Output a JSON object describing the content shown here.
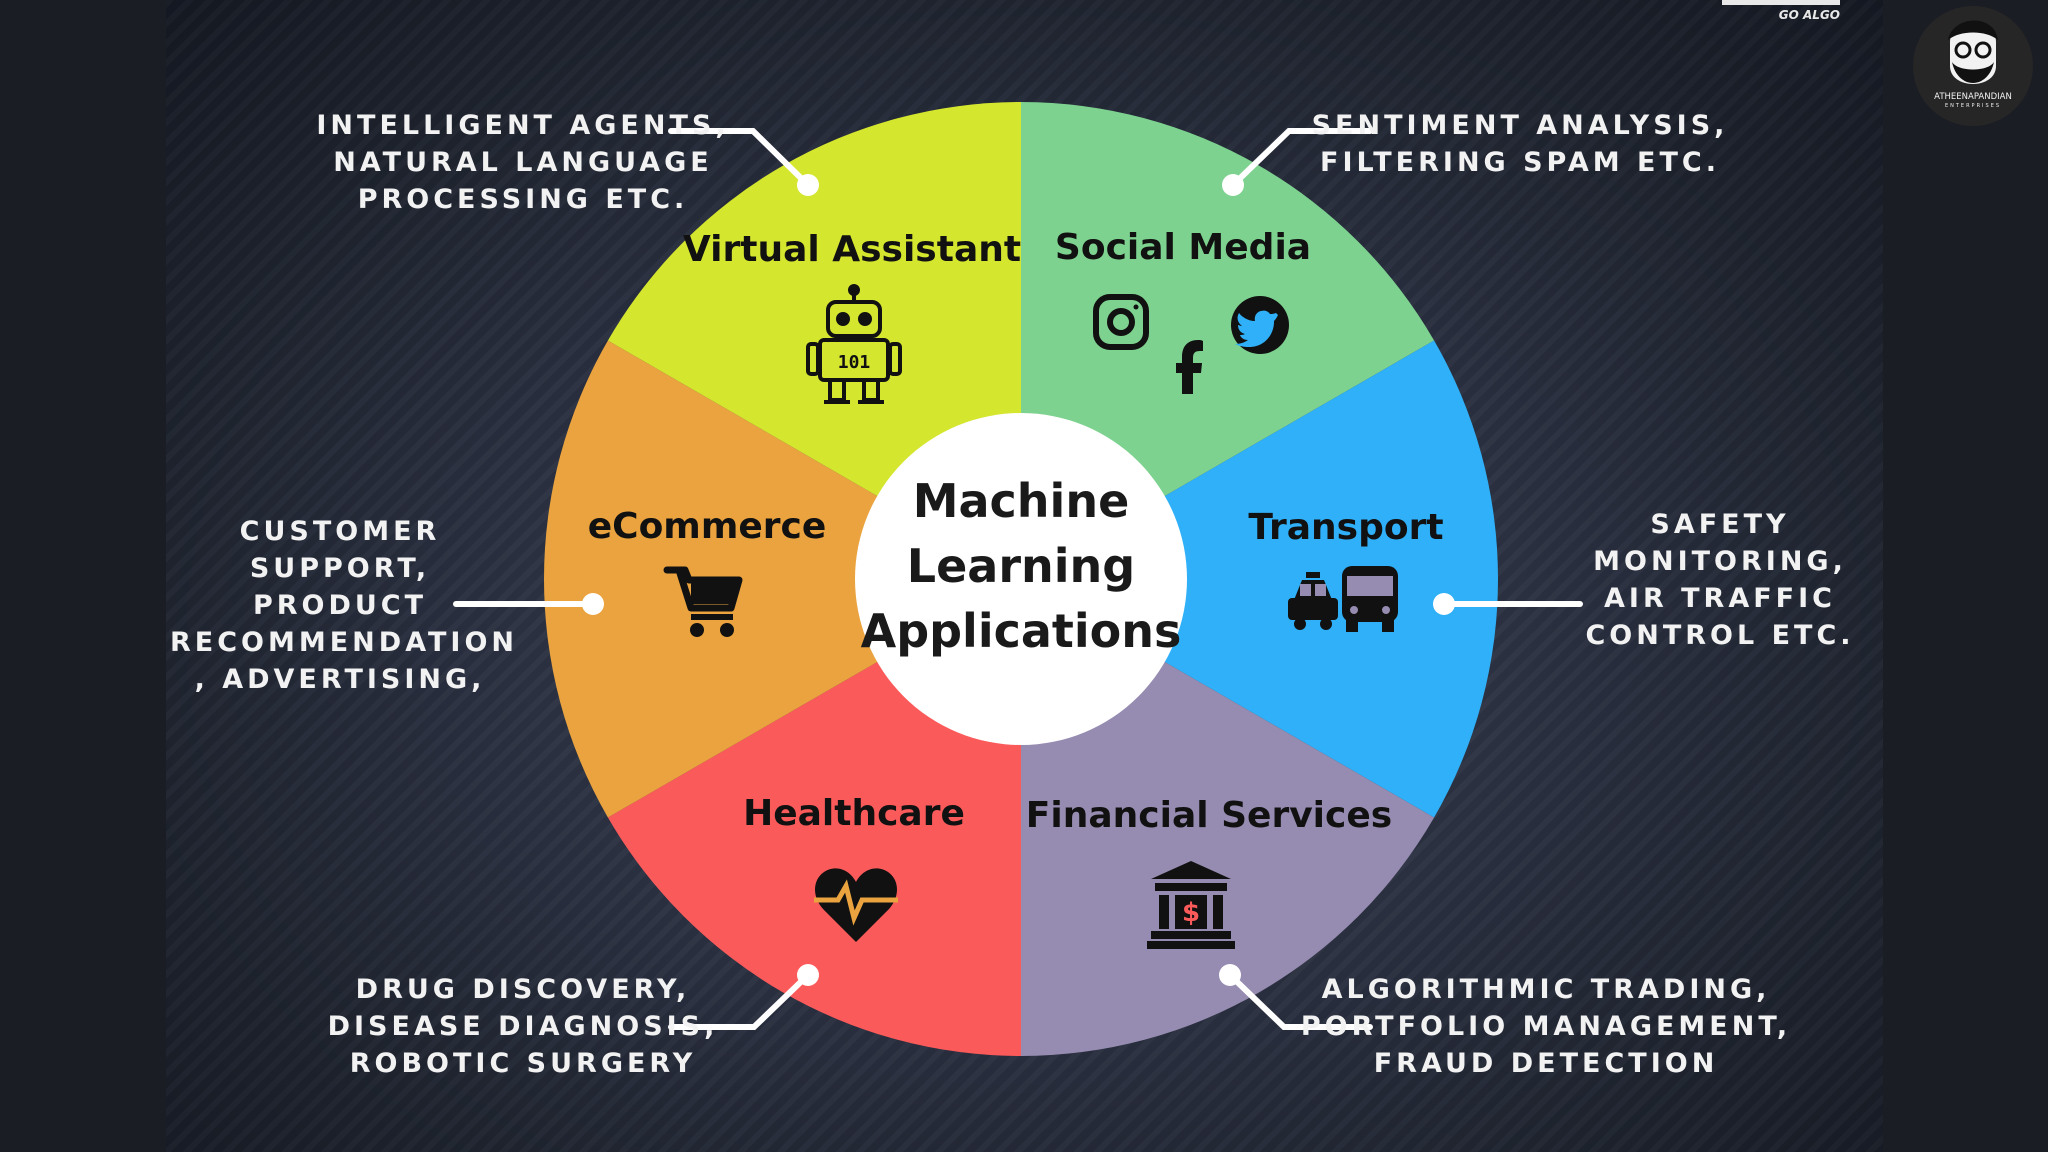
{
  "center": {
    "lines": [
      "Machine",
      "Learning",
      "Applications"
    ]
  },
  "sectors": [
    {
      "id": "virtual-assistant",
      "title": "Virtual Assistant",
      "color": "#7ed290",
      "icon": "robot-icon"
    },
    {
      "id": "social-media",
      "title": "Social Media",
      "color": "#2fb0f8",
      "icons": [
        "instagram-icon",
        "facebook-icon",
        "twitter-icon"
      ]
    },
    {
      "id": "transport",
      "title": "Transport",
      "color": "#968bb0",
      "icon": "taxi-bus-icon"
    },
    {
      "id": "financial-services",
      "title": "Financial Services",
      "color": "#fb5a5a",
      "icon": "bank-icon",
      "icon_glyph": "$"
    },
    {
      "id": "healthcare",
      "title": "Healthcare",
      "color": "#eaa33e",
      "icon": "heartbeat-icon"
    },
    {
      "id": "ecommerce",
      "title": "eCommerce",
      "color": "#d5e62f",
      "icon": "shopping-cart-icon"
    }
  ],
  "callouts": {
    "virtual_assistant": [
      "INTELLIGENT AGENTS,",
      "NATURAL LANGUAGE",
      "PROCESSING ETC."
    ],
    "social_media": [
      "SENTIMENT ANALYSIS,",
      "FILTERING SPAM ETC."
    ],
    "transport": [
      "SAFETY",
      "MONITORING,",
      "AIR TRAFFIC",
      "CONTROL ETC."
    ],
    "financial_services": [
      "ALGORITHMIC TRADING,",
      "PORTFOLIO MANAGEMENT,",
      "FRAUD DETECTION"
    ],
    "healthcare": [
      "DRUG DISCOVERY,",
      "DISEASE DIAGNOSIS,",
      "ROBOTIC SURGERY"
    ],
    "ecommerce": [
      "CUSTOMER",
      "SUPPORT,",
      "PRODUCT",
      "RECOMMENDATION",
      ", ADVERTISING,"
    ]
  },
  "watermark": {
    "text": "GO ALGO"
  },
  "avatar": {
    "name": "ATHEENAPANDIAN",
    "sub": "ENTERPRISES",
    "icon": "bearded-man-avatar-icon"
  },
  "colors": {
    "connector": "#ffffff",
    "callout_text": "#f2f2f2",
    "center_fill": "#ffffff"
  }
}
